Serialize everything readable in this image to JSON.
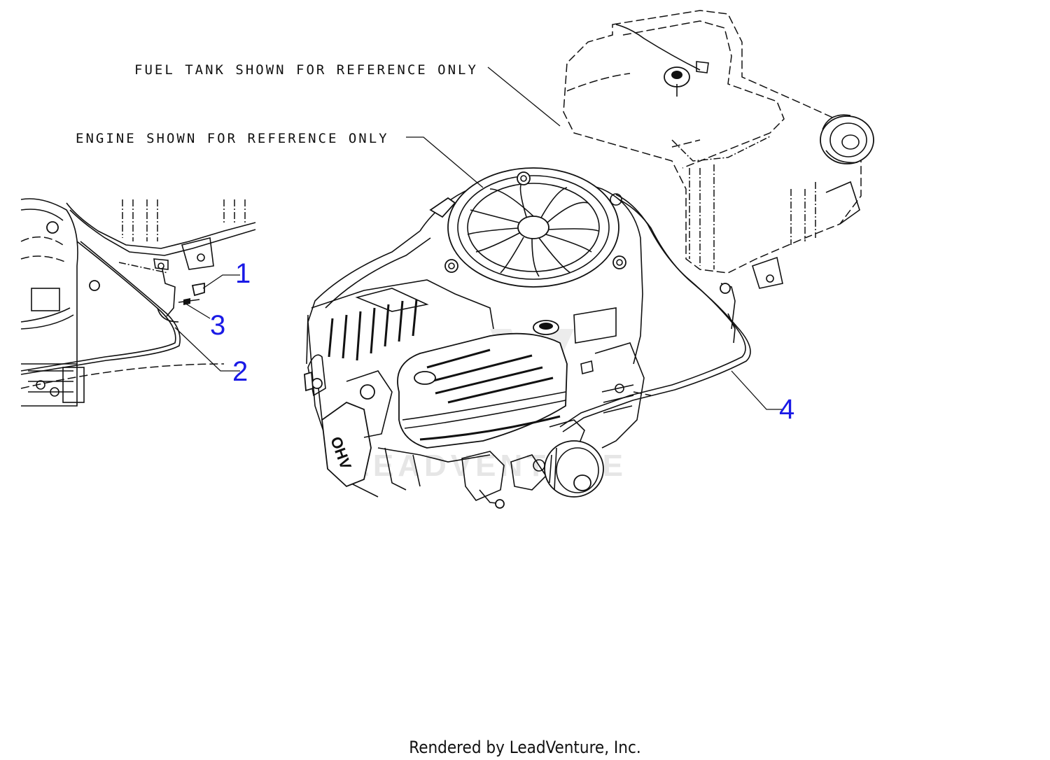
{
  "annotations": {
    "fuel_tank_note": "FUEL TANK SHOWN FOR REFERENCE ONLY",
    "engine_note": "ENGINE SHOWN FOR REFERENCE ONLY"
  },
  "callouts": [
    "1",
    "2",
    "3",
    "4"
  ],
  "watermark": "LEADVENTURE",
  "footer": "Rendered by LeadVenture, Inc.",
  "colors": {
    "callout": "#1a1ae6",
    "line": "#111111",
    "watermark": "#e6e6e6"
  }
}
